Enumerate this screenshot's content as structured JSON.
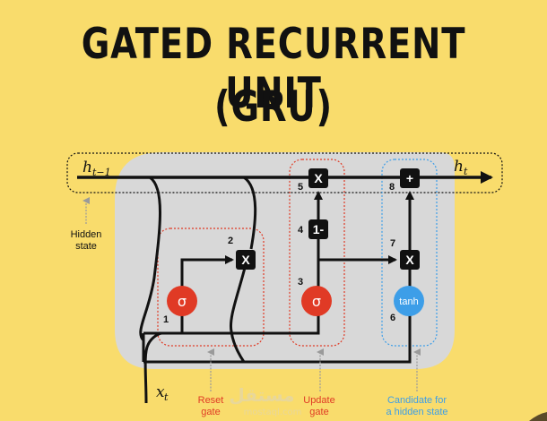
{
  "title": {
    "line1": "GATED RECURRENT UNIT",
    "line2": "(GRU)"
  },
  "colors": {
    "background": "#f9dc6c",
    "cell_background": "#d8d8d8",
    "sigmoid": "#e03a25",
    "tanh": "#3d9ee8",
    "reset_label": "#e03a25",
    "update_label": "#e03a25",
    "candidate_label": "#3d9ee8",
    "operator": "#111111"
  },
  "labels": {
    "h_prev": "h",
    "h_prev_sub": "t−1",
    "h_out": "h",
    "h_out_sub": "t",
    "x_in": "x",
    "x_in_sub": "t",
    "hidden_state_line1": "Hidden",
    "hidden_state_line2": "state",
    "reset_gate_line1": "Reset",
    "reset_gate_line2": "gate",
    "update_gate_line1": "Update",
    "update_gate_line2": "gate",
    "candidate_line1": "Candidate for",
    "candidate_line2": "a hidden state"
  },
  "nodes": {
    "sigma_reset": "σ",
    "sigma_update": "σ",
    "tanh": "tanh",
    "mult_reset": "X",
    "one_minus": "1-",
    "mult_update": "X",
    "mult_candidate": "X",
    "add": "+"
  },
  "steps": [
    "1",
    "2",
    "3",
    "4",
    "5",
    "6",
    "7",
    "8"
  ],
  "watermark": {
    "arabic": "مستقل",
    "latin": "mostaql.com"
  }
}
